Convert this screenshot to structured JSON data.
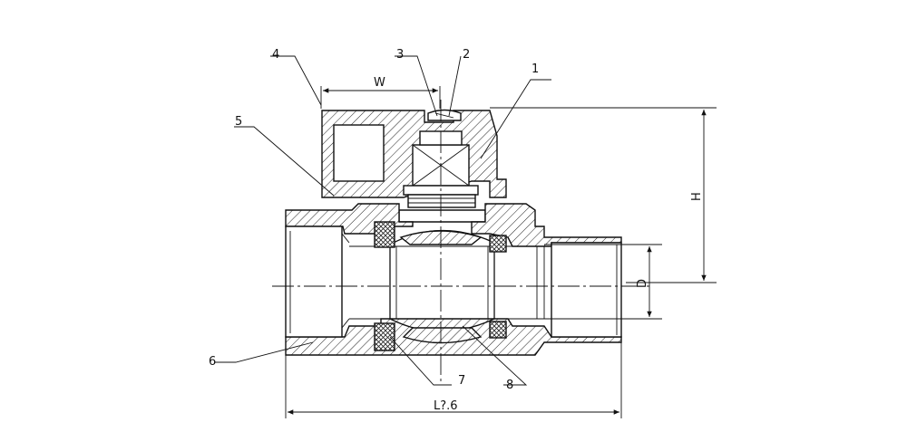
{
  "part_labels": {
    "p1": "1",
    "p2": "2",
    "p3": "3",
    "p4": "4",
    "p5": "5",
    "p6": "6",
    "p7": "7",
    "p8": "8"
  },
  "dimension_labels": {
    "width": "W",
    "height": "H",
    "diameter": "D",
    "length": "L?.6"
  }
}
